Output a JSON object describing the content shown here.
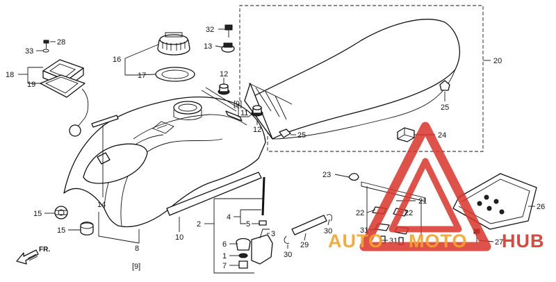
{
  "diagram": {
    "labels": {
      "l1": "1",
      "l2": "2",
      "l3": "3",
      "l4": "4",
      "l5": "5",
      "l6": "6",
      "l7": "7",
      "l8": "8",
      "l9a": "[9]",
      "l9b": "[9]",
      "l10": "10",
      "l11": "11",
      "l12a": "12",
      "l12b": "12",
      "l13": "13",
      "l14": "14",
      "l15a": "15",
      "l15b": "15",
      "l16": "16",
      "l17": "17",
      "l18": "18",
      "l19": "19",
      "l20": "20",
      "l21": "21",
      "l22a": "22",
      "l22b": "22",
      "l23": "23",
      "l24": "24",
      "l25a": "25",
      "l25b": "25",
      "l26": "26",
      "l27": "27",
      "l28": "28",
      "l29": "29",
      "l30a": "30",
      "l30b": "30",
      "l31a": "31",
      "l31b": "31",
      "l32": "32",
      "l33": "33"
    },
    "front_marker": "FR.",
    "watermark": {
      "text_left": "AUTO",
      "text_mid": "MOTO",
      "text_right": "HUB",
      "color_orange": "#f2a52b",
      "color_red": "#d9342b"
    }
  }
}
